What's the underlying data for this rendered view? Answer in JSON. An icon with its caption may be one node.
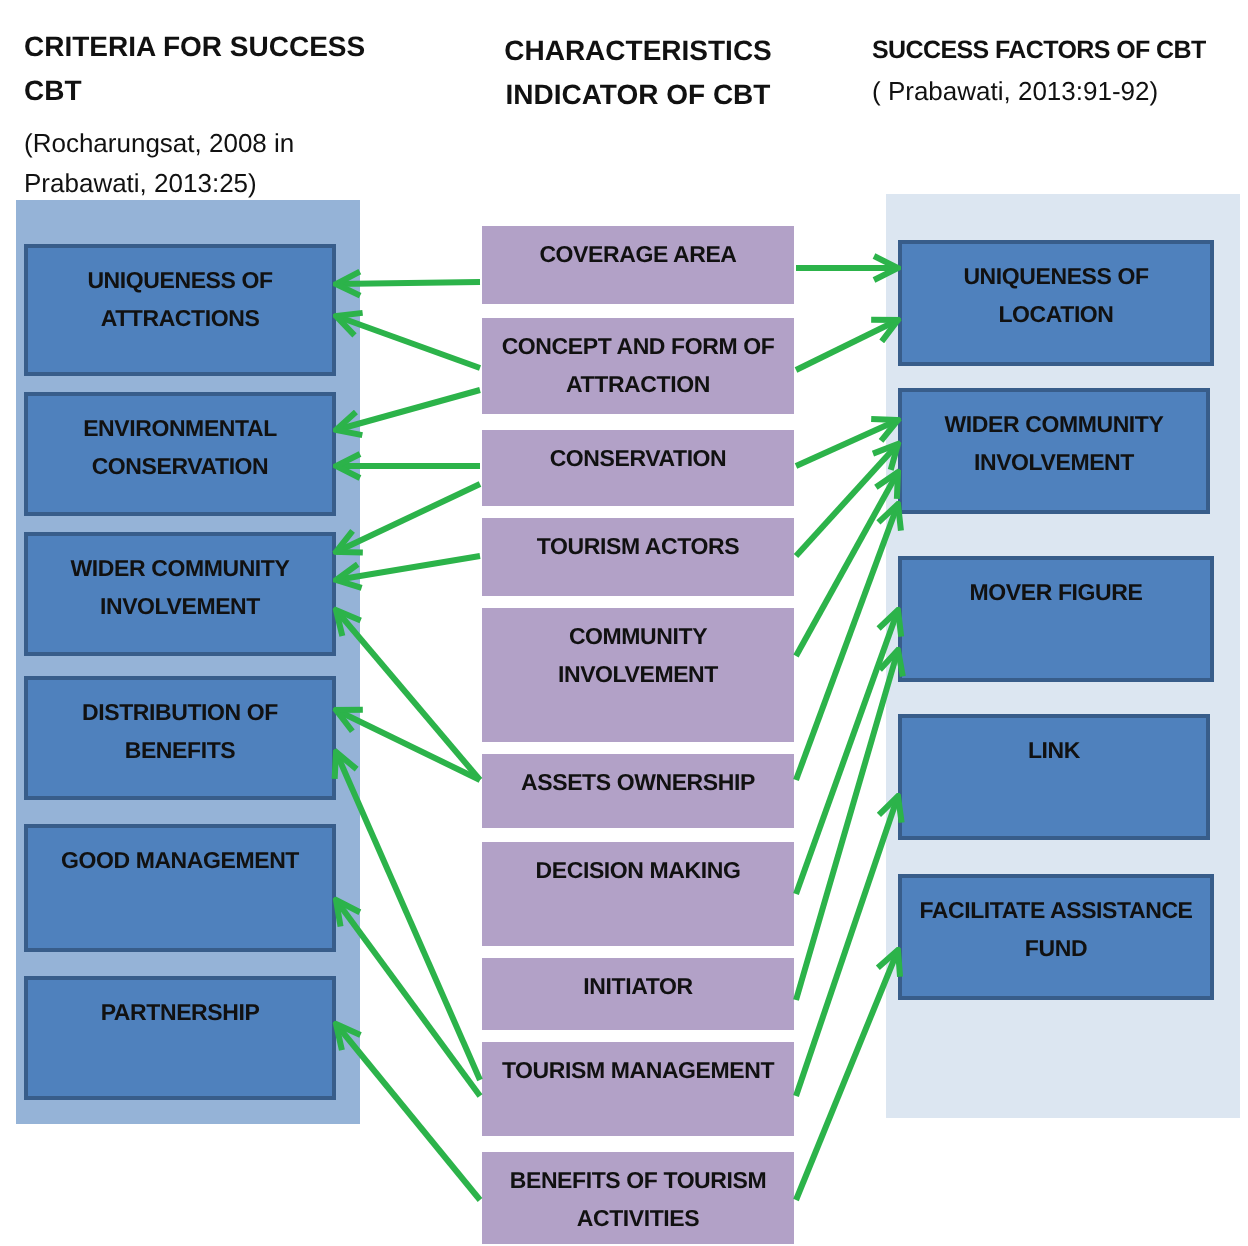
{
  "diagram": {
    "nodes": [
      {
        "text": [],
        "shape": "box"
      },
      {
        "text": [
          "UNIQUENESS OF ATTRACTIONS"
        ],
        "in": 0
      },
      {
        "text": [
          "ENVIRONMENTAL CONSERVATION"
        ],
        "in": 0
      },
      {
        "text": [
          "WIDER COMMUNITY INVOLVEMENT"
        ],
        "in": 0
      },
      {
        "text": [
          "DISTRIBUTION OF BENEFITS"
        ],
        "in": 0
      },
      {
        "text": [
          "GOOD MANAGEMENT"
        ],
        "in": 0
      },
      {
        "text": [
          "PARTNERSHIP"
        ],
        "in": 0
      },
      {
        "text": [
          "COVERAGE AREA"
        ]
      },
      {
        "text": [
          "CONCEPT AND FORM OF ATTRACTION"
        ]
      },
      {
        "text": [
          "CONSERVATION"
        ]
      },
      {
        "text": [
          "TOURISM ACTORS"
        ]
      },
      {
        "text": [
          "COMMUNITY INVOLVEMENT"
        ]
      },
      {
        "text": [
          "ASSETS OWNERSHIP"
        ]
      },
      {
        "text": [
          "DECISION MAKING"
        ]
      },
      {
        "text": [
          "INITIATOR"
        ]
      },
      {
        "text": [
          "TOURISM MANAGEMENT"
        ]
      },
      {
        "text": [
          "BENEFITS OF TOURISM ACTIVITIES"
        ]
      },
      {
        "text": [],
        "shape": "box"
      },
      {
        "text": [
          "UNIQUENESS OF LOCATION"
        ],
        "in": 17
      },
      {
        "text": [
          "WIDER COMMUNITY INVOLVEMENT"
        ],
        "in": 17
      },
      {
        "text": [
          "MOVER FIGURE"
        ],
        "in": 17
      },
      {
        "text": [
          "LINK"
        ],
        "in": 17
      },
      {
        "text": [
          "FACILITATE ASSISTANCE FUND"
        ],
        "in": 17
      }
    ],
    "edges": [
      {
        "from": 7,
        "to": 1,
        "arrow": "to"
      },
      {
        "from": 8,
        "to": 1,
        "arrow": "to"
      },
      {
        "from": 8,
        "to": 2,
        "arrow": "to"
      },
      {
        "from": 9,
        "to": 2,
        "arrow": "to"
      },
      {
        "from": 9,
        "to": 3,
        "arrow": "to"
      },
      {
        "from": 10,
        "to": 3,
        "arrow": "to"
      },
      {
        "from": 12,
        "to": 3,
        "arrow": "to"
      },
      {
        "from": 12,
        "to": 4,
        "arrow": "to"
      },
      {
        "from": 15,
        "to": 4,
        "arrow": "to"
      },
      {
        "from": 15,
        "to": 5,
        "arrow": "to"
      },
      {
        "from": 16,
        "to": 6,
        "arrow": "to"
      },
      {
        "from": 7,
        "to": 18,
        "arrow": "to"
      },
      {
        "from": 8,
        "to": 18,
        "arrow": "to"
      },
      {
        "from": 9,
        "to": 19,
        "arrow": "to"
      },
      {
        "from": 10,
        "to": 19,
        "arrow": "to"
      },
      {
        "from": 11,
        "to": 19,
        "arrow": "to"
      },
      {
        "from": 12,
        "to": 19,
        "arrow": "to"
      },
      {
        "from": 13,
        "to": 20,
        "arrow": "to"
      },
      {
        "from": 14,
        "to": 20,
        "arrow": "to"
      },
      {
        "from": 15,
        "to": 21,
        "arrow": "to"
      },
      {
        "from": 16,
        "to": 22,
        "arrow": "to"
      }
    ],
    "labels": [
      "CRITERIA FOR SUCCESS CBT",
      "(Rocharungsat, 2008 in Prabawati, 2013:25)",
      "CHARACTERISTICS INDICATOR OF CBT",
      "SUCCESS FACTORS OF CBT",
      "( Prabawati, 2013:91-92)"
    ]
  }
}
